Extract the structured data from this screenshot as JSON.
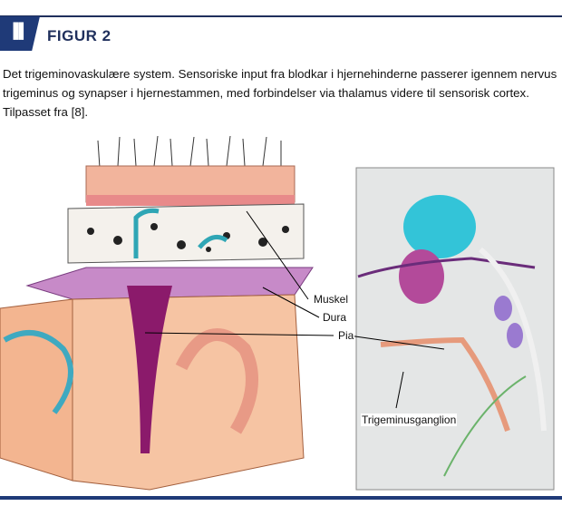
{
  "header": {
    "title": "FIGUR 2",
    "icon": "bar-chart-icon"
  },
  "caption": "Det trigeminovaskulære system. Sensoriske input fra blodkar i hjernehinderne passerer igennem nervus trigeminus og synapser i hjernestammen, med forbindelser via thalamus videre til sensorisk cortex. Tilpasset fra [8].",
  "labels": {
    "muskel": "Muskel",
    "dura": "Dura",
    "pia": "Pia",
    "ganglion": "Trigeminusganglion"
  }
}
